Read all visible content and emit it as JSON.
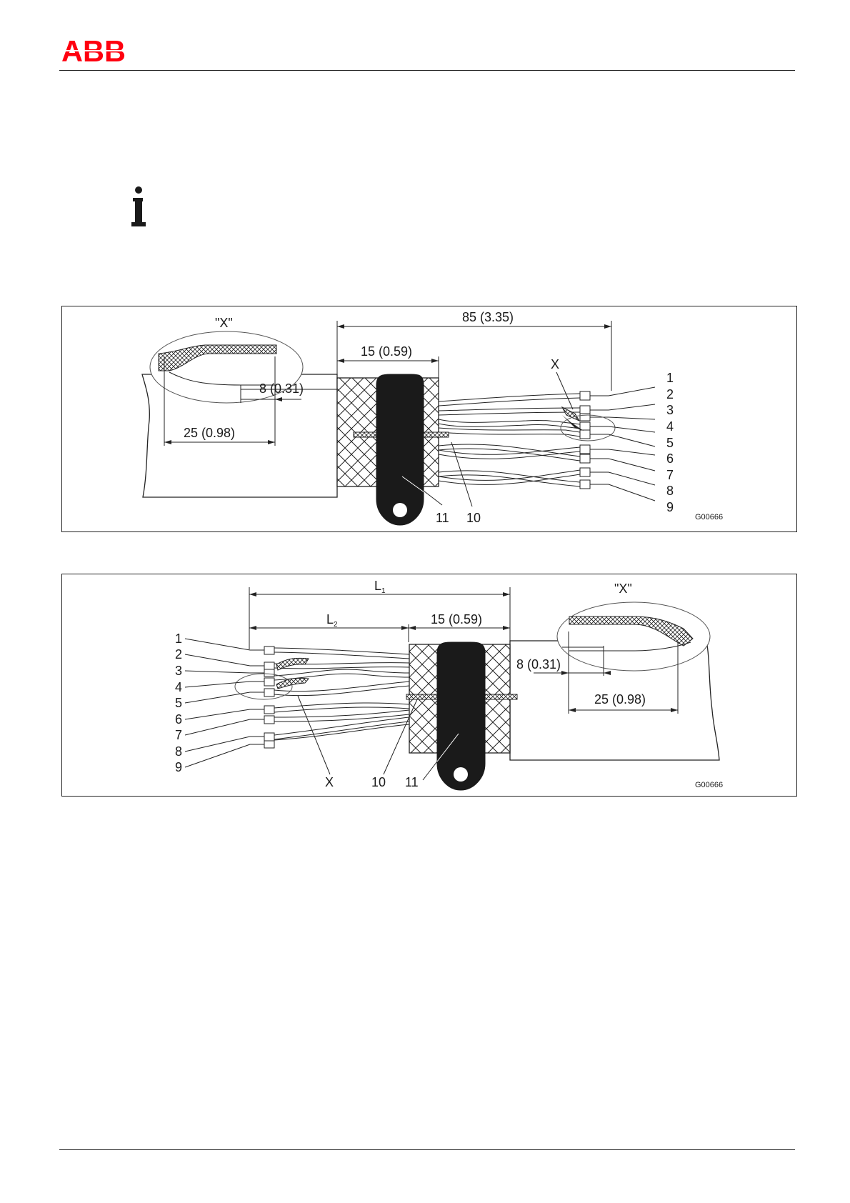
{
  "header": {
    "logo_text": "ABB",
    "brand_color": "#ff000f"
  },
  "note": {
    "icon": "info-icon"
  },
  "figure1": {
    "detail_label": "\"X\"",
    "dim_total": "85 (3.35)",
    "dim_shield": "15 (0.59)",
    "dim_strip": "8 (0.31)",
    "dim_detail": "25 (0.98)",
    "x_marker": "X",
    "wire_numbers": [
      "1",
      "2",
      "3",
      "4",
      "5",
      "6",
      "7",
      "8",
      "9"
    ],
    "label_clamp": "11",
    "label_braid": "10",
    "figure_code": "G00666"
  },
  "figure2": {
    "dim_l1": "L",
    "dim_l1_sub": "1",
    "dim_l2": "L",
    "dim_l2_sub": "2",
    "dim_shield": "15 (0.59)",
    "detail_label": "\"X\"",
    "dim_strip": "8 (0.31)",
    "dim_detail": "25 (0.98)",
    "wire_numbers": [
      "1",
      "2",
      "3",
      "4",
      "5",
      "6",
      "7",
      "8",
      "9"
    ],
    "x_marker": "X",
    "label_braid": "10",
    "label_clamp": "11",
    "figure_code": "G00666"
  }
}
